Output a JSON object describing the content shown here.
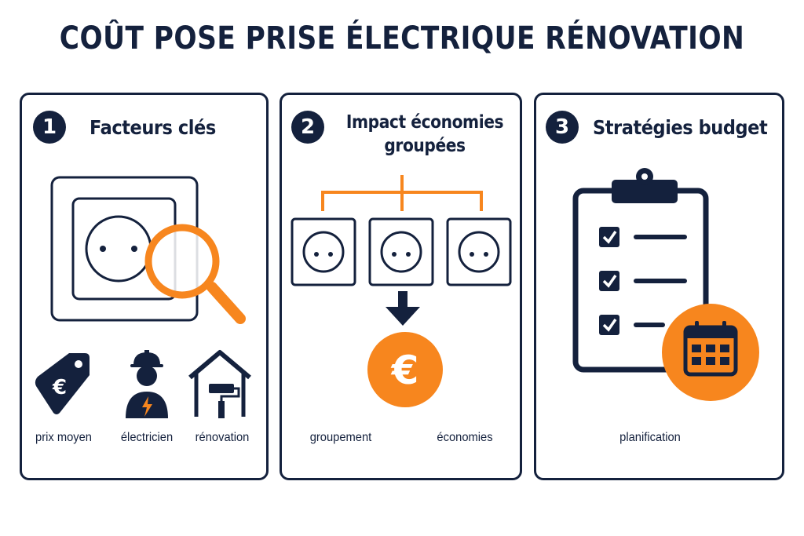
{
  "title": "COÛT POSE PRISE ÉLECTRIQUE RÉNOVATION",
  "colors": {
    "navy": "#14213d",
    "orange": "#f7861e"
  },
  "panels": [
    {
      "number": "1",
      "heading": "Facteurs clés",
      "icons": [
        "outlet-magnifier-icon",
        "price-tag-icon",
        "electrician-icon",
        "house-paint-roller-icon"
      ],
      "labels": [
        "prix moyen",
        "électricien",
        "rénovation"
      ]
    },
    {
      "number": "2",
      "heading_line1": "Impact économies",
      "heading_line2": "groupées",
      "icons": [
        "grouped-outlets-icon",
        "arrow-down-icon",
        "euro-coin-icon"
      ],
      "labels": [
        "groupement",
        "économies"
      ]
    },
    {
      "number": "3",
      "heading": "Stratégies budget",
      "icons": [
        "clipboard-checklist-icon",
        "calendar-icon"
      ],
      "labels": [
        "planification"
      ]
    }
  ]
}
